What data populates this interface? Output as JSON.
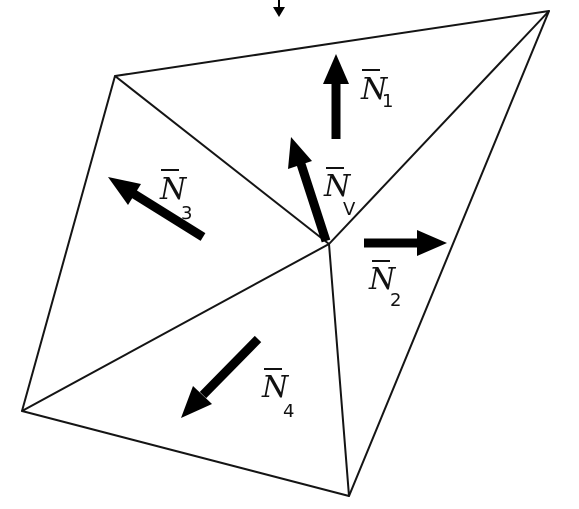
{
  "labels": {
    "n1": {
      "main": "N",
      "sub": "1"
    },
    "n2": {
      "main": "N",
      "sub": "2"
    },
    "n3": {
      "main": "N",
      "sub": "3"
    },
    "n4": {
      "main": "N",
      "sub": "4"
    },
    "nv": {
      "main": "N",
      "sub": "V"
    }
  },
  "colors": {
    "ink": "#000000",
    "edge": "#141414",
    "background": "#ffffff"
  }
}
